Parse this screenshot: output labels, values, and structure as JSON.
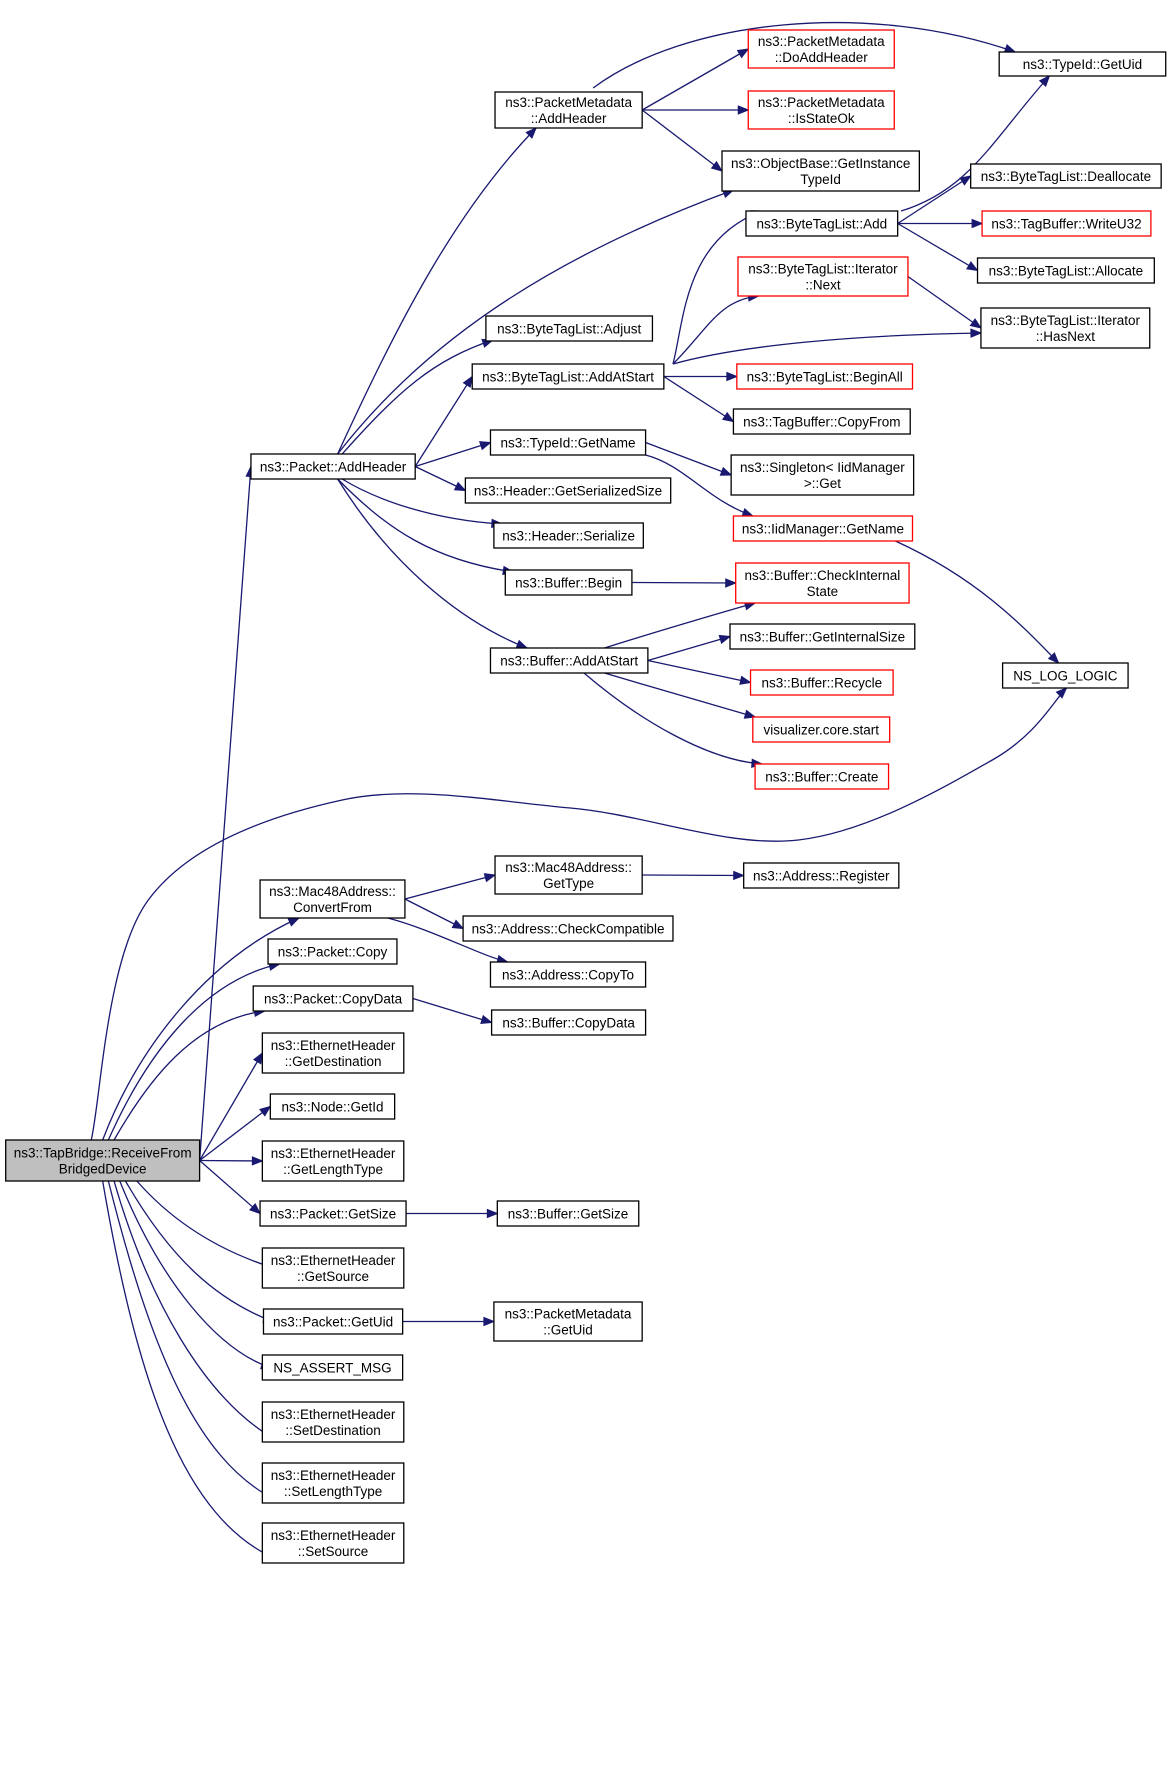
{
  "diagram": {
    "type": "call-graph",
    "colors": {
      "edge": "#191970",
      "node_border": "#000000",
      "node_border_truncated": "#ff0000",
      "root_fill": "#bfbfbf",
      "node_fill": "#ffffff"
    },
    "nodes": [
      {
        "id": "root",
        "lines": [
          "ns3::TapBridge::ReceiveFrom",
          "BridgedDevice"
        ],
        "style": "root"
      },
      {
        "id": "packet_addheader",
        "lines": [
          "ns3::Packet::AddHeader"
        ],
        "style": "normal"
      },
      {
        "id": "pm_addheader",
        "lines": [
          "ns3::PacketMetadata",
          "::AddHeader"
        ],
        "style": "normal"
      },
      {
        "id": "pm_doaddheader",
        "lines": [
          "ns3::PacketMetadata",
          "::DoAddHeader"
        ],
        "style": "red"
      },
      {
        "id": "pm_isstateok",
        "lines": [
          "ns3::PacketMetadata",
          "::IsStateOk"
        ],
        "style": "red"
      },
      {
        "id": "typeid_getuid",
        "lines": [
          "ns3::TypeId::GetUid"
        ],
        "style": "normal"
      },
      {
        "id": "objbase_getinstance",
        "lines": [
          "ns3::ObjectBase::GetInstance",
          "TypeId"
        ],
        "style": "normal"
      },
      {
        "id": "btl_deallocate",
        "lines": [
          "ns3::ByteTagList::Deallocate"
        ],
        "style": "normal"
      },
      {
        "id": "btl_add",
        "lines": [
          "ns3::ByteTagList::Add"
        ],
        "style": "normal"
      },
      {
        "id": "tagbuffer_writeu32",
        "lines": [
          "ns3::TagBuffer::WriteU32"
        ],
        "style": "red"
      },
      {
        "id": "btl_allocate",
        "lines": [
          "ns3::ByteTagList::Allocate"
        ],
        "style": "normal"
      },
      {
        "id": "btl_iter_next",
        "lines": [
          "ns3::ByteTagList::Iterator",
          "::Next"
        ],
        "style": "red"
      },
      {
        "id": "btl_iter_hasnext",
        "lines": [
          "ns3::ByteTagList::Iterator",
          "::HasNext"
        ],
        "style": "normal"
      },
      {
        "id": "btl_adjust",
        "lines": [
          "ns3::ByteTagList::Adjust"
        ],
        "style": "normal"
      },
      {
        "id": "btl_addatstart",
        "lines": [
          "ns3::ByteTagList::AddAtStart"
        ],
        "style": "normal"
      },
      {
        "id": "btl_beginall",
        "lines": [
          "ns3::ByteTagList::BeginAll"
        ],
        "style": "red"
      },
      {
        "id": "tagbuffer_copyfrom",
        "lines": [
          "ns3::TagBuffer::CopyFrom"
        ],
        "style": "normal"
      },
      {
        "id": "typeid_getname",
        "lines": [
          "ns3::TypeId::GetName"
        ],
        "style": "normal"
      },
      {
        "id": "singleton_get",
        "lines": [
          "ns3::Singleton< IidManager",
          ">::Get"
        ],
        "style": "normal"
      },
      {
        "id": "iidmanager_getname",
        "lines": [
          "ns3::IidManager::GetName"
        ],
        "style": "red"
      },
      {
        "id": "header_getserializedsize",
        "lines": [
          "ns3::Header::GetSerializedSize"
        ],
        "style": "normal"
      },
      {
        "id": "header_serialize",
        "lines": [
          "ns3::Header::Serialize"
        ],
        "style": "normal"
      },
      {
        "id": "buffer_begin",
        "lines": [
          "ns3::Buffer::Begin"
        ],
        "style": "normal"
      },
      {
        "id": "buffer_checkinternal",
        "lines": [
          "ns3::Buffer::CheckInternal",
          "State"
        ],
        "style": "red"
      },
      {
        "id": "buffer_addatstart",
        "lines": [
          "ns3::Buffer::AddAtStart"
        ],
        "style": "normal"
      },
      {
        "id": "buffer_getinternalsize",
        "lines": [
          "ns3::Buffer::GetInternalSize"
        ],
        "style": "normal"
      },
      {
        "id": "buffer_recycle",
        "lines": [
          "ns3::Buffer::Recycle"
        ],
        "style": "red"
      },
      {
        "id": "visualizer_start",
        "lines": [
          "visualizer.core.start"
        ],
        "style": "red"
      },
      {
        "id": "buffer_create",
        "lines": [
          "ns3::Buffer::Create"
        ],
        "style": "red"
      },
      {
        "id": "ns_log_logic",
        "lines": [
          "NS_LOG_LOGIC"
        ],
        "style": "normal"
      },
      {
        "id": "mac48_convertfrom",
        "lines": [
          "ns3::Mac48Address::",
          "ConvertFrom"
        ],
        "style": "normal"
      },
      {
        "id": "mac48_gettype",
        "lines": [
          "ns3::Mac48Address::",
          "GetType"
        ],
        "style": "normal"
      },
      {
        "id": "address_register",
        "lines": [
          "ns3::Address::Register"
        ],
        "style": "normal"
      },
      {
        "id": "address_checkcompatible",
        "lines": [
          "ns3::Address::CheckCompatible"
        ],
        "style": "normal"
      },
      {
        "id": "address_copyto",
        "lines": [
          "ns3::Address::CopyTo"
        ],
        "style": "normal"
      },
      {
        "id": "packet_copy",
        "lines": [
          "ns3::Packet::Copy"
        ],
        "style": "normal"
      },
      {
        "id": "packet_copydata",
        "lines": [
          "ns3::Packet::CopyData"
        ],
        "style": "normal"
      },
      {
        "id": "buffer_copydata",
        "lines": [
          "ns3::Buffer::CopyData"
        ],
        "style": "normal"
      },
      {
        "id": "eth_getdestination",
        "lines": [
          "ns3::EthernetHeader",
          "::GetDestination"
        ],
        "style": "normal"
      },
      {
        "id": "node_getid",
        "lines": [
          "ns3::Node::GetId"
        ],
        "style": "normal"
      },
      {
        "id": "eth_getlengthtype",
        "lines": [
          "ns3::EthernetHeader",
          "::GetLengthType"
        ],
        "style": "normal"
      },
      {
        "id": "packet_getsize",
        "lines": [
          "ns3::Packet::GetSize"
        ],
        "style": "normal"
      },
      {
        "id": "buffer_getsize",
        "lines": [
          "ns3::Buffer::GetSize"
        ],
        "style": "normal"
      },
      {
        "id": "eth_getsource",
        "lines": [
          "ns3::EthernetHeader",
          "::GetSource"
        ],
        "style": "normal"
      },
      {
        "id": "packet_getuid",
        "lines": [
          "ns3::Packet::GetUid"
        ],
        "style": "normal"
      },
      {
        "id": "pm_getuid",
        "lines": [
          "ns3::PacketMetadata",
          "::GetUid"
        ],
        "style": "normal"
      },
      {
        "id": "ns_assert_msg",
        "lines": [
          "NS_ASSERT_MSG"
        ],
        "style": "normal"
      },
      {
        "id": "eth_setdestination",
        "lines": [
          "ns3::EthernetHeader",
          "::SetDestination"
        ],
        "style": "normal"
      },
      {
        "id": "eth_setlengthtype",
        "lines": [
          "ns3::EthernetHeader",
          "::SetLengthType"
        ],
        "style": "normal"
      },
      {
        "id": "eth_setsource",
        "lines": [
          "ns3::EthernetHeader",
          "::SetSource"
        ],
        "style": "normal"
      }
    ],
    "edges": [
      {
        "from": "root",
        "to": "packet_addheader"
      },
      {
        "from": "root",
        "to": "ns_log_logic"
      },
      {
        "from": "root",
        "to": "mac48_convertfrom"
      },
      {
        "from": "root",
        "to": "packet_copy"
      },
      {
        "from": "root",
        "to": "packet_copydata"
      },
      {
        "from": "root",
        "to": "eth_getdestination"
      },
      {
        "from": "root",
        "to": "node_getid"
      },
      {
        "from": "root",
        "to": "eth_getlengthtype"
      },
      {
        "from": "root",
        "to": "packet_getsize"
      },
      {
        "from": "root",
        "to": "eth_getsource"
      },
      {
        "from": "root",
        "to": "packet_getuid"
      },
      {
        "from": "root",
        "to": "ns_assert_msg"
      },
      {
        "from": "root",
        "to": "eth_setdestination"
      },
      {
        "from": "root",
        "to": "eth_setlengthtype"
      },
      {
        "from": "root",
        "to": "eth_setsource"
      },
      {
        "from": "packet_addheader",
        "to": "pm_addheader"
      },
      {
        "from": "packet_addheader",
        "to": "objbase_getinstance"
      },
      {
        "from": "packet_addheader",
        "to": "btl_adjust"
      },
      {
        "from": "packet_addheader",
        "to": "btl_addatstart"
      },
      {
        "from": "packet_addheader",
        "to": "typeid_getname"
      },
      {
        "from": "packet_addheader",
        "to": "header_getserializedsize"
      },
      {
        "from": "packet_addheader",
        "to": "header_serialize"
      },
      {
        "from": "packet_addheader",
        "to": "buffer_begin"
      },
      {
        "from": "packet_addheader",
        "to": "buffer_addatstart"
      },
      {
        "from": "pm_addheader",
        "to": "typeid_getuid"
      },
      {
        "from": "pm_addheader",
        "to": "pm_doaddheader"
      },
      {
        "from": "pm_addheader",
        "to": "pm_isstateok"
      },
      {
        "from": "pm_addheader",
        "to": "objbase_getinstance"
      },
      {
        "from": "btl_add",
        "to": "typeid_getuid"
      },
      {
        "from": "btl_add",
        "to": "btl_deallocate"
      },
      {
        "from": "btl_add",
        "to": "tagbuffer_writeu32"
      },
      {
        "from": "btl_add",
        "to": "btl_allocate"
      },
      {
        "from": "btl_iter_next",
        "to": "btl_iter_hasnext"
      },
      {
        "from": "btl_addatstart",
        "to": "btl_add"
      },
      {
        "from": "btl_addatstart",
        "to": "btl_iter_next"
      },
      {
        "from": "btl_addatstart",
        "to": "btl_iter_hasnext"
      },
      {
        "from": "btl_addatstart",
        "to": "btl_beginall"
      },
      {
        "from": "btl_addatstart",
        "to": "tagbuffer_copyfrom"
      },
      {
        "from": "typeid_getname",
        "to": "singleton_get"
      },
      {
        "from": "typeid_getname",
        "to": "iidmanager_getname"
      },
      {
        "from": "iidmanager_getname",
        "to": "ns_log_logic"
      },
      {
        "from": "buffer_begin",
        "to": "buffer_checkinternal"
      },
      {
        "from": "buffer_addatstart",
        "to": "buffer_checkinternal"
      },
      {
        "from": "buffer_addatstart",
        "to": "buffer_getinternalsize"
      },
      {
        "from": "buffer_addatstart",
        "to": "buffer_recycle"
      },
      {
        "from": "buffer_addatstart",
        "to": "visualizer_start"
      },
      {
        "from": "buffer_addatstart",
        "to": "buffer_create"
      },
      {
        "from": "mac48_convertfrom",
        "to": "mac48_gettype"
      },
      {
        "from": "mac48_convertfrom",
        "to": "address_checkcompatible"
      },
      {
        "from": "mac48_convertfrom",
        "to": "address_copyto"
      },
      {
        "from": "mac48_gettype",
        "to": "address_register"
      },
      {
        "from": "packet_copydata",
        "to": "buffer_copydata"
      },
      {
        "from": "packet_getsize",
        "to": "buffer_getsize"
      },
      {
        "from": "packet_getuid",
        "to": "pm_getuid"
      }
    ]
  }
}
